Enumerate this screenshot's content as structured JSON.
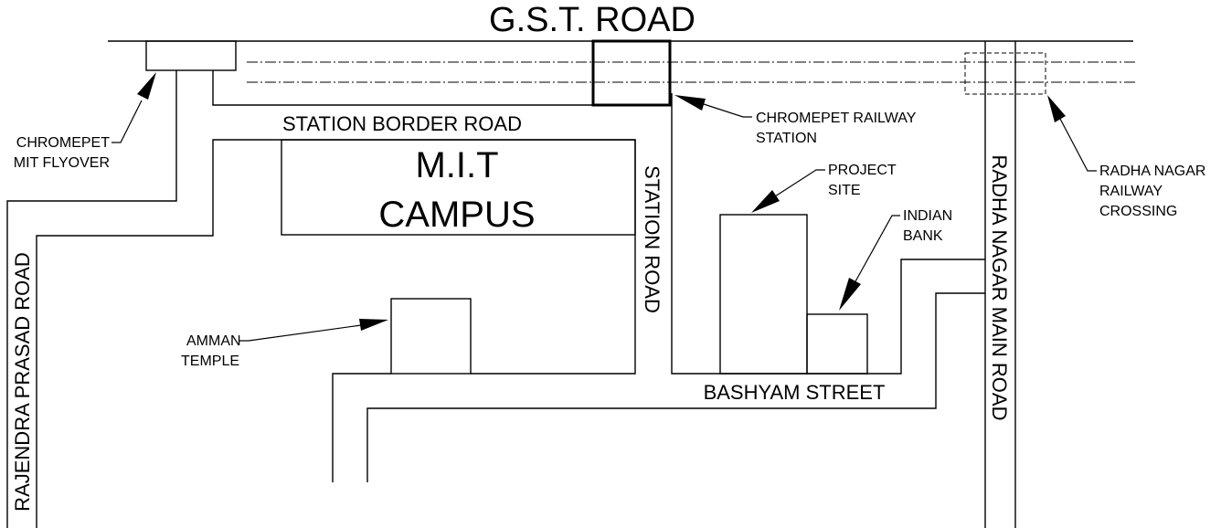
{
  "labels": {
    "gst_road": "G.S.T. ROAD",
    "station_border_road": "STATION BORDER ROAD",
    "mit_campus_line1": "M.I.T",
    "mit_campus_line2": "CAMPUS",
    "station_road": "STATION ROAD",
    "radha_nagar_main_road": "RADHA NAGAR MAIN ROAD",
    "rajendra_prasad_road": "RAJENDRA PRASAD ROAD",
    "bashyam_street": "BASHYAM STREET",
    "flyover_line1": "CHROMEPET",
    "flyover_line2": "MIT FLYOVER",
    "railway_station_line1": "CHROMEPET RAILWAY",
    "railway_station_line2": "STATION",
    "project_site_line1": "PROJECT",
    "project_site_line2": "SITE",
    "indian_bank_line1": "INDIAN",
    "indian_bank_line2": "BANK",
    "crossing_line1": "RADHA NAGAR",
    "crossing_line2": "RAILWAY",
    "crossing_line3": "CROSSING",
    "temple_line1": "AMMAN",
    "temple_line2": "TEMPLE"
  },
  "colors": {
    "ink": "#000000",
    "background": "#ffffff"
  }
}
